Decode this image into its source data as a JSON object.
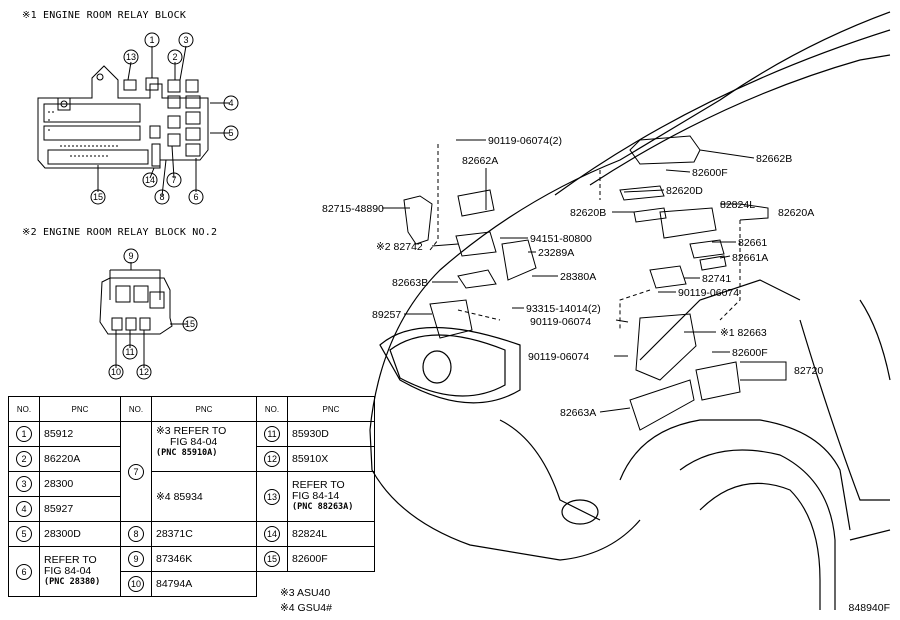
{
  "relay_block_1": {
    "title": "※1 ENGINE ROOM RELAY BLOCK",
    "callouts": [
      "1",
      "2",
      "3",
      "4",
      "5",
      "6",
      "7",
      "8",
      "13",
      "14",
      "15"
    ]
  },
  "relay_block_2": {
    "title": "※2 ENGINE ROOM RELAY BLOCK NO.2",
    "callouts": [
      "9",
      "10",
      "11",
      "12",
      "15"
    ]
  },
  "table": {
    "headers": [
      "NO.",
      "PNC",
      "NO.",
      "PNC",
      "NO.",
      "PNC"
    ],
    "col1": [
      {
        "no": "1",
        "pnc": "85912"
      },
      {
        "no": "2",
        "pnc": "86220A"
      },
      {
        "no": "3",
        "pnc": "28300"
      },
      {
        "no": "4",
        "pnc": "85927"
      },
      {
        "no": "5",
        "pnc": "28300D"
      },
      {
        "no": "6",
        "pnc_line1": "REFER TO",
        "pnc_line2": "FIG 84-04",
        "pnc_line3": "(PNC 28380)"
      }
    ],
    "col2": {
      "no7": "7",
      "ref_mark": "※3",
      "ref_line1": "REFER TO",
      "ref_line2": "FIG 84-04",
      "ref_line3": "(PNC 85910A)",
      "alt_mark": "※4",
      "alt_pnc": "85934",
      "rows": [
        {
          "no": "8",
          "pnc": "28371C"
        },
        {
          "no": "9",
          "pnc": "87346K"
        },
        {
          "no": "10",
          "pnc": "84794A"
        }
      ]
    },
    "col3": [
      {
        "no": "11",
        "pnc": "85930D"
      },
      {
        "no": "12",
        "pnc": "85910X"
      },
      {
        "no": "13",
        "pnc_line1": "REFER TO",
        "pnc_line2": "FIG 84-14",
        "pnc_line3": "(PNC 88263A)"
      },
      {
        "no": "14",
        "pnc": "82824L"
      },
      {
        "no": "15",
        "pnc": "82600F"
      }
    ]
  },
  "notes": {
    "note3": "※3 ASU40",
    "note4": "※4 GSU4#"
  },
  "figure_id": "848940F",
  "parts": {
    "p1": "90119-06074(2)",
    "p2": "82662A",
    "p3": "82662B",
    "p4": "82600F",
    "p5": "82620D",
    "p6": "82715-48890",
    "p7": "82620B",
    "p8": "82824L",
    "p9": "82620A",
    "p10": "※2 82742",
    "p11": "94151-80800",
    "p12": "23289A",
    "p13": "82661",
    "p14": "82661A",
    "p15": "82663B",
    "p16": "28380A",
    "p17": "82741",
    "p18": "90119-06074",
    "p19": "89257",
    "p20": "93315-14014(2)",
    "p21": "90119-06074",
    "p22": "※1 82663",
    "p23": "90119-06074",
    "p24": "82600F",
    "p25": "82720",
    "p26": "82663A"
  }
}
